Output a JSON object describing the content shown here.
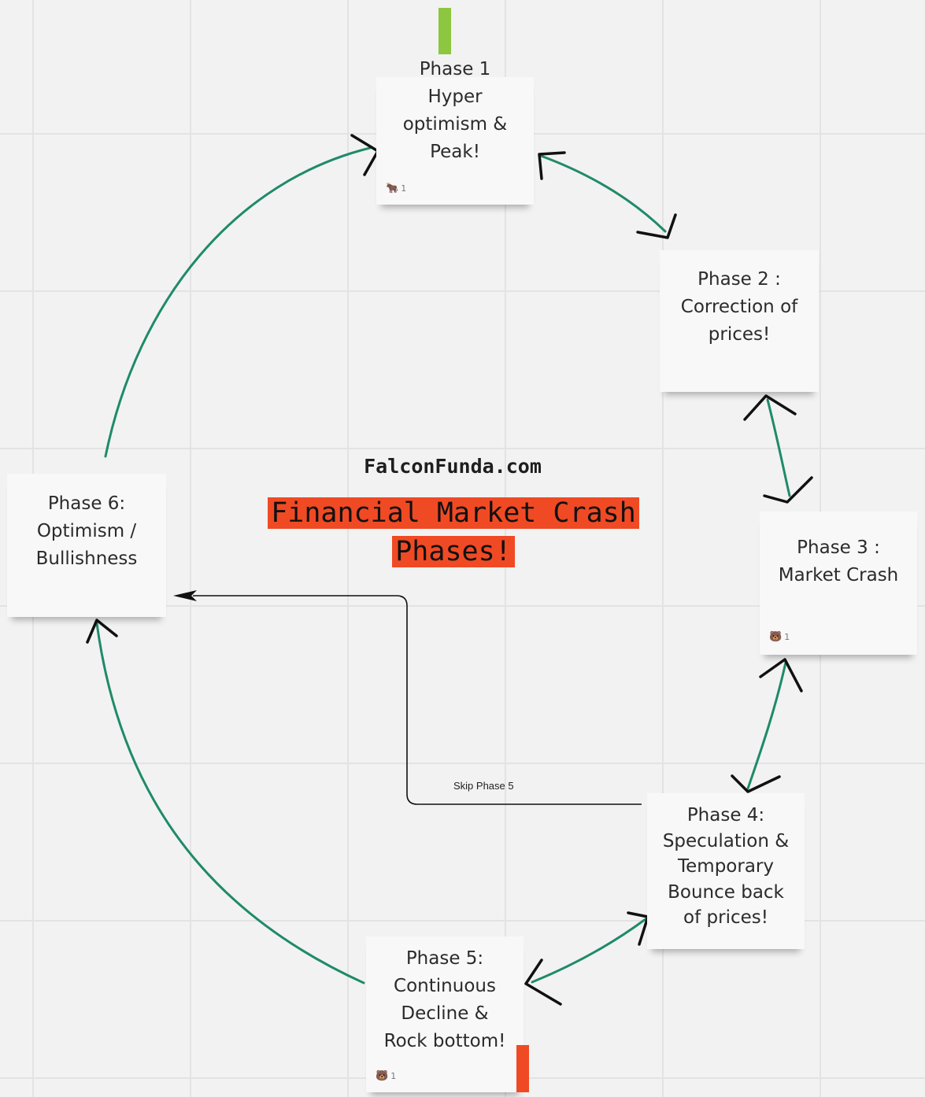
{
  "site": "FalconFunda.com",
  "title_lines": [
    "Financial Market Crash",
    "Phases!"
  ],
  "skip_label": "Skip Phase 5",
  "colors": {
    "arrow": "#1f8a6a",
    "title_bg": "#f04a24",
    "tag_green": "#8dc63f",
    "tag_red": "#f04a24"
  },
  "phases": [
    {
      "lines": [
        "Phase 1",
        "Hyper",
        "optimism &",
        "Peak!"
      ],
      "reaction": {
        "icon": "bull-emoji",
        "emoji": "🐂",
        "count": "1"
      }
    },
    {
      "lines": [
        "Phase 2 :",
        "Correction of",
        "prices!"
      ]
    },
    {
      "lines": [
        "Phase 3 :",
        "Market Crash"
      ],
      "reaction": {
        "icon": "bear-emoji",
        "emoji": "🐻",
        "count": "1"
      }
    },
    {
      "lines": [
        "Phase 4:",
        "Speculation &",
        "Temporary",
        "Bounce back",
        "of prices!"
      ]
    },
    {
      "lines": [
        "Phase 5:",
        "Continuous",
        "Decline &",
        "Rock bottom!"
      ],
      "reaction": {
        "icon": "bear-emoji",
        "emoji": "🐻",
        "count": "1"
      }
    },
    {
      "lines": [
        "Phase 6:",
        "Optimism /",
        "Bullishness"
      ]
    }
  ]
}
